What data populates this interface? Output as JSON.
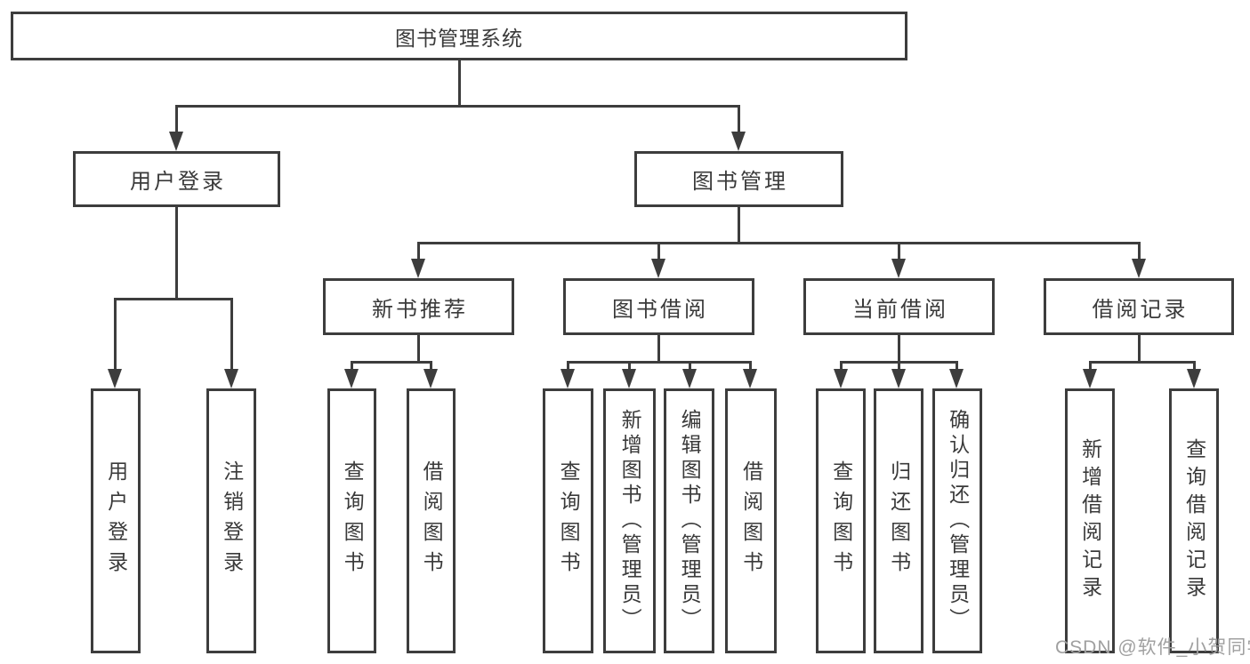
{
  "diagram_type": "hierarchy-tree",
  "nodes": {
    "root": "图书管理系统",
    "user_login": "用户登录",
    "book_mgmt": "图书管理",
    "new_book": "新书推荐",
    "book_borrow": "图书借阅",
    "current_borrow": "当前借阅",
    "borrow_records": "借阅记录"
  },
  "leaves": {
    "user_login": [
      "用户登录",
      "注销登录"
    ],
    "new_book": [
      "查询图书",
      "借阅图书"
    ],
    "book_borrow": [
      "查询图书",
      "新增图书（管理员）",
      "编辑图书（管理员）",
      "借阅图书"
    ],
    "current_borrow": [
      "查询图书",
      "归还图书",
      "确认归还（管理员）"
    ],
    "borrow_records": [
      "新增借阅记录",
      "查询借阅记录"
    ]
  },
  "watermark": "CSDN @软件_小贺同学",
  "colors": {
    "line": "#3d3d3d",
    "text": "#3a3a3a",
    "background": "#ffffff",
    "watermark": "#a0a0a0"
  }
}
